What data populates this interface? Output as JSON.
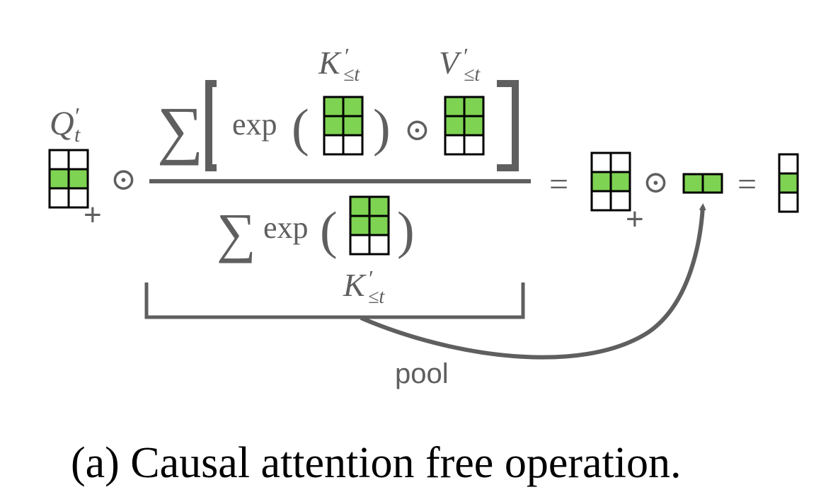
{
  "colors": {
    "green": "#7ed352",
    "cell_empty": "#ffffff",
    "grid": "#000000",
    "ink": "#5f5f5f",
    "caption": "#000000"
  },
  "labels": {
    "q": {
      "base": "Q",
      "prime": "′",
      "sub": "t"
    },
    "k_top": {
      "base": "K",
      "prime": "′",
      "sub": "≤t"
    },
    "v_top": {
      "base": "V",
      "prime": "′",
      "sub": "≤t"
    },
    "k_bottom": {
      "base": "K",
      "prime": "′",
      "sub": "≤t"
    }
  },
  "operators": {
    "hadamard": "⊙",
    "sum": "∑",
    "exp": "exp",
    "lparen": "(",
    "rparen": ")",
    "equals": "=",
    "plus": "+"
  },
  "matrices": {
    "q": {
      "rows": 3,
      "cols": 2,
      "green_cells": [
        [
          1,
          0
        ],
        [
          1,
          1
        ]
      ]
    },
    "k_num": {
      "rows": 3,
      "cols": 2,
      "green_cells": [
        [
          0,
          0
        ],
        [
          0,
          1
        ],
        [
          1,
          0
        ],
        [
          1,
          1
        ]
      ]
    },
    "v_num": {
      "rows": 3,
      "cols": 2,
      "green_cells": [
        [
          0,
          0
        ],
        [
          0,
          1
        ],
        [
          1,
          0
        ],
        [
          1,
          1
        ]
      ]
    },
    "k_den": {
      "rows": 3,
      "cols": 2,
      "green_cells": [
        [
          0,
          0
        ],
        [
          0,
          1
        ],
        [
          1,
          0
        ],
        [
          1,
          1
        ]
      ]
    },
    "q_result": {
      "rows": 3,
      "cols": 2,
      "green_cells": [
        [
          1,
          0
        ],
        [
          1,
          1
        ]
      ]
    },
    "pooled": {
      "rows": 1,
      "cols": 2,
      "green_cells": [
        [
          0,
          0
        ],
        [
          0,
          1
        ]
      ]
    },
    "output": {
      "rows": 3,
      "cols": 1,
      "green_cells": [
        [
          1,
          0
        ]
      ]
    }
  },
  "pool_label": "pool",
  "caption": "(a) Causal attention free operation."
}
